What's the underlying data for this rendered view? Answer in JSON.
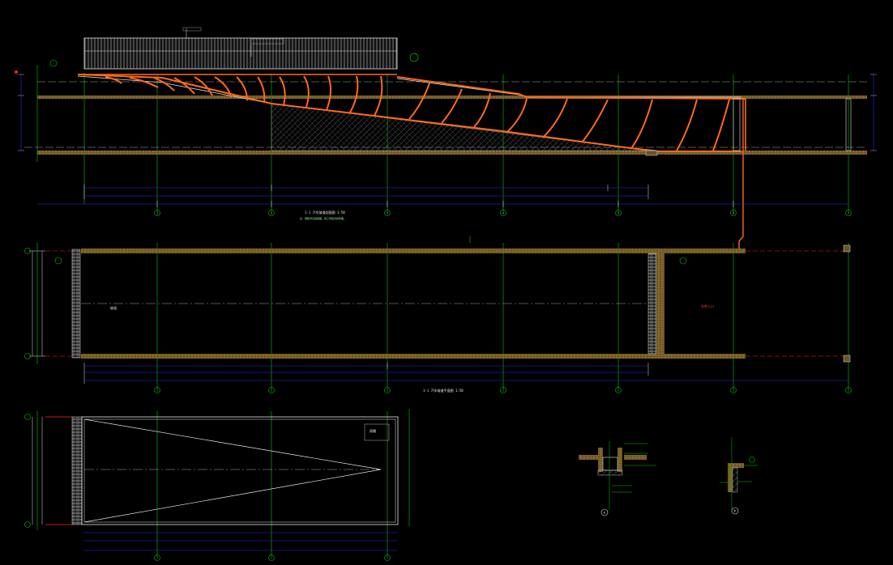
{
  "drawing": {
    "sheet_background": "#000000",
    "colors": {
      "axis": "#00c800",
      "wall": "#c89a3c",
      "rebar": "#ff6a1a",
      "dimension": "#2b2bff",
      "note": "#ff3b3b",
      "outline": "#ffffff",
      "hatch": "#8c8c8c"
    },
    "axis_labels": [
      "1",
      "2",
      "3",
      "4",
      "5",
      "6",
      "7"
    ],
    "section_view": {
      "title": "1-1 汽车坡道剖面图 1:50",
      "note": "注：钢筋详见结施图，施工时配合建筑图。"
    },
    "plan_view": {
      "title": "1-1 汽车坡道平面图 1:50",
      "red_note": "车库入口",
      "center_label": "坡道"
    },
    "roof_plan": {
      "label": "雨棚"
    },
    "details": {
      "a": {
        "label": "a"
      },
      "b": {
        "label": "b"
      }
    }
  }
}
